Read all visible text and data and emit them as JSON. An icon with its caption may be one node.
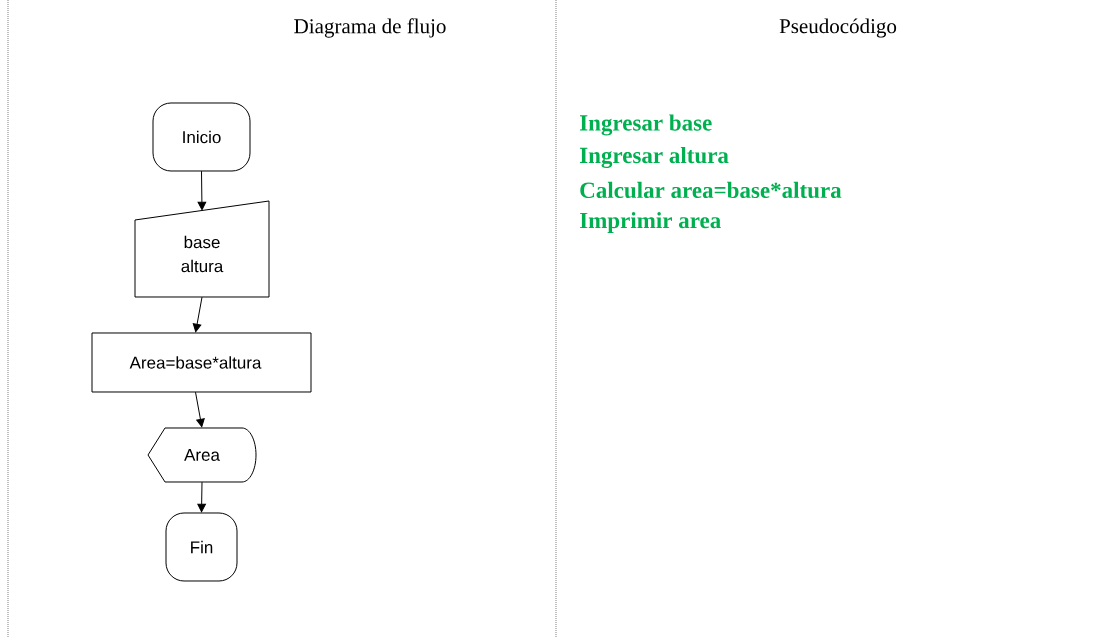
{
  "diagram": {
    "nodes": [
      {
        "text": [
          "Inicio"
        ]
      },
      {
        "text": [
          "base altura"
        ]
      },
      {
        "text": [
          "Area=base*altura"
        ]
      },
      {
        "text": [
          "Area"
        ]
      },
      {
        "text": [
          "Fin"
        ]
      }
    ],
    "edges": [
      {
        "from": 0,
        "to": 1,
        "arrow": "to"
      },
      {
        "from": 1,
        "to": 2,
        "arrow": "to"
      },
      {
        "from": 2,
        "to": 3,
        "arrow": "to"
      },
      {
        "from": 3,
        "to": 4,
        "arrow": "to"
      }
    ],
    "labels": [
      "Diagrama de flujo",
      "Pseudocódigo",
      "Ingresar base",
      "Ingresar altura",
      "Calcular area=base*altura",
      "Imprimir area"
    ]
  }
}
